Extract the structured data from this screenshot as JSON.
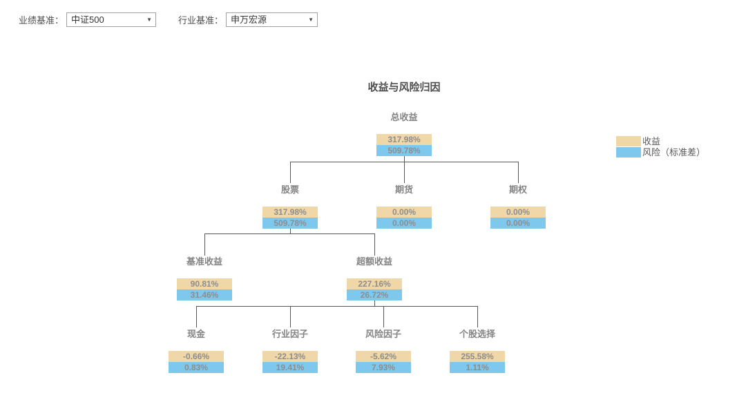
{
  "controls": {
    "performance_benchmark": {
      "label": "业绩基准：",
      "value": "中证500"
    },
    "industry_benchmark": {
      "label": "行业基准：",
      "value": "申万宏源"
    }
  },
  "chart_data": {
    "type": "tree",
    "title": "收益与风险归因",
    "legend": [
      {
        "label": "收益",
        "color": "#f0d7a7",
        "series": "return"
      },
      {
        "label": "风险（标准差）",
        "color": "#7ec8ed",
        "series": "risk"
      }
    ],
    "series_note": "each node shows return % (tan) over risk/std-dev % (blue)",
    "nodes": [
      {
        "label": "总收益",
        "return": "317.98%",
        "risk": "509.78%",
        "parent": null,
        "level": 1
      },
      {
        "label": "股票",
        "return": "317.98%",
        "risk": "509.78%",
        "parent": "总收益",
        "level": 2
      },
      {
        "label": "期货",
        "return": "0.00%",
        "risk": "0.00%",
        "parent": "总收益",
        "level": 2
      },
      {
        "label": "期权",
        "return": "0.00%",
        "risk": "0.00%",
        "parent": "总收益",
        "level": 2
      },
      {
        "label": "基准收益",
        "return": "90.81%",
        "risk": "31.46%",
        "parent": "股票",
        "level": 3
      },
      {
        "label": "超额收益",
        "return": "227.16%",
        "risk": "26.72%",
        "parent": "股票",
        "level": 3
      },
      {
        "label": "现金",
        "return": "-0.66%",
        "risk": "0.83%",
        "parent": "超额收益",
        "level": 4
      },
      {
        "label": "行业因子",
        "return": "-22.13%",
        "risk": "19.41%",
        "parent": "超额收益",
        "level": 4
      },
      {
        "label": "风险因子",
        "return": "-5.62%",
        "risk": "7.93%",
        "parent": "超额收益",
        "level": 4
      },
      {
        "label": "个股选择",
        "return": "255.58%",
        "risk": "1.11%",
        "parent": "超额收益",
        "level": 4
      }
    ]
  }
}
